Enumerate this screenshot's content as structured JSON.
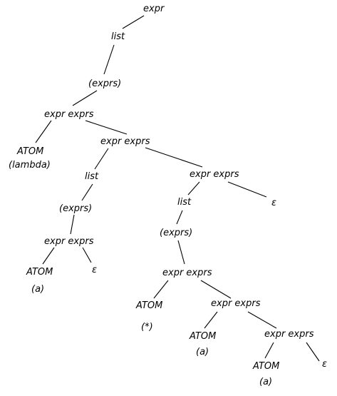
{
  "tree": {
    "nodes": {
      "n1": "expr",
      "n2": "list",
      "n3": "(exprs)",
      "n4": "expr exprs",
      "n5": "ATOM",
      "n5b": "(lambda)",
      "n6": "expr exprs",
      "n7": "list",
      "n8": "expr exprs",
      "n9": "(exprs)",
      "n10": "expr exprs",
      "n11": "ATOM",
      "n11b": "(a)",
      "n12": "ε",
      "n13": "list",
      "n14": "ε",
      "n15": "(exprs)",
      "n16": "expr exprs",
      "n17": "ATOM",
      "n17b": "(*)",
      "n18": "expr exprs",
      "n19": "ATOM",
      "n19b": "(a)",
      "n20": "expr exprs",
      "n21": "ATOM",
      "n21b": "(a)",
      "n22": "ε"
    }
  }
}
